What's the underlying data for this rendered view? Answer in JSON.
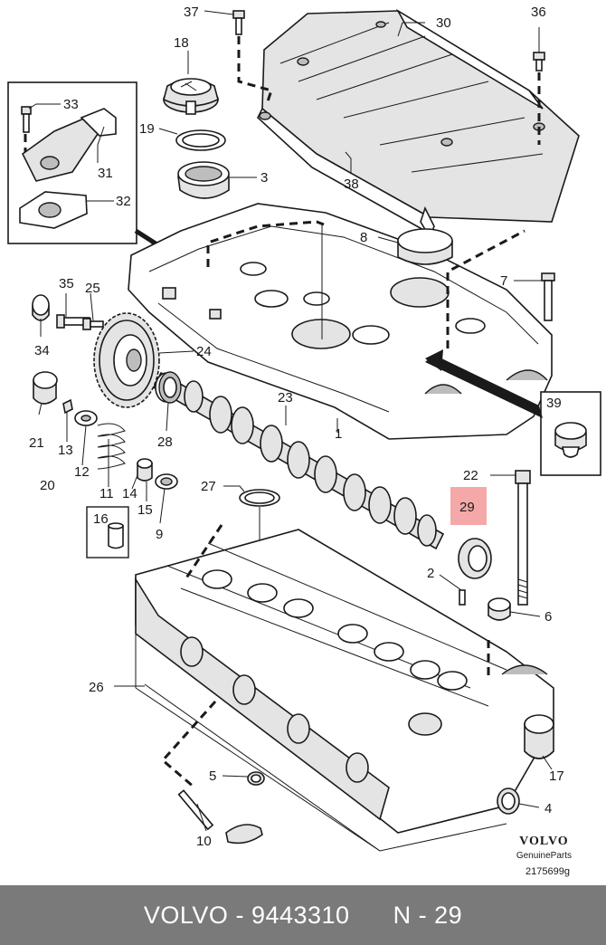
{
  "diagram": {
    "callouts": [
      {
        "id": "c1",
        "text": "1"
      },
      {
        "id": "c2",
        "text": "2"
      },
      {
        "id": "c3",
        "text": "3"
      },
      {
        "id": "c4",
        "text": "4"
      },
      {
        "id": "c5",
        "text": "5"
      },
      {
        "id": "c6",
        "text": "6"
      },
      {
        "id": "c7",
        "text": "7"
      },
      {
        "id": "c8",
        "text": "8"
      },
      {
        "id": "c9",
        "text": "9"
      },
      {
        "id": "c10",
        "text": "10"
      },
      {
        "id": "c11",
        "text": "11"
      },
      {
        "id": "c12",
        "text": "12"
      },
      {
        "id": "c13",
        "text": "13"
      },
      {
        "id": "c14",
        "text": "14"
      },
      {
        "id": "c15",
        "text": "15"
      },
      {
        "id": "c16",
        "text": "16"
      },
      {
        "id": "c17",
        "text": "17"
      },
      {
        "id": "c18",
        "text": "18"
      },
      {
        "id": "c19",
        "text": "19"
      },
      {
        "id": "c20",
        "text": "20"
      },
      {
        "id": "c21",
        "text": "21"
      },
      {
        "id": "c22",
        "text": "22"
      },
      {
        "id": "c23",
        "text": "23"
      },
      {
        "id": "c24",
        "text": "24"
      },
      {
        "id": "c25",
        "text": "25"
      },
      {
        "id": "c26",
        "text": "26"
      },
      {
        "id": "c27",
        "text": "27"
      },
      {
        "id": "c28",
        "text": "28"
      },
      {
        "id": "c29",
        "text": "29"
      },
      {
        "id": "c30",
        "text": "30"
      },
      {
        "id": "c31",
        "text": "31"
      },
      {
        "id": "c32",
        "text": "32"
      },
      {
        "id": "c33",
        "text": "33"
      },
      {
        "id": "c34",
        "text": "34"
      },
      {
        "id": "c35",
        "text": "35"
      },
      {
        "id": "c36",
        "text": "36"
      },
      {
        "id": "c37",
        "text": "37"
      },
      {
        "id": "c38",
        "text": "38"
      },
      {
        "id": "c39",
        "text": "39"
      }
    ],
    "highlight": {
      "callout": "29",
      "color": "#f4a9a8"
    },
    "brand": "VOLVO",
    "brand_sub": "GenuineParts",
    "drawing_number": "2175699g"
  },
  "footer": {
    "make": "VOLVO",
    "separator": " - ",
    "part_number": "9443310",
    "ref_label": "N - 29",
    "background": "#7a7a7a",
    "text_color": "#ffffff"
  }
}
